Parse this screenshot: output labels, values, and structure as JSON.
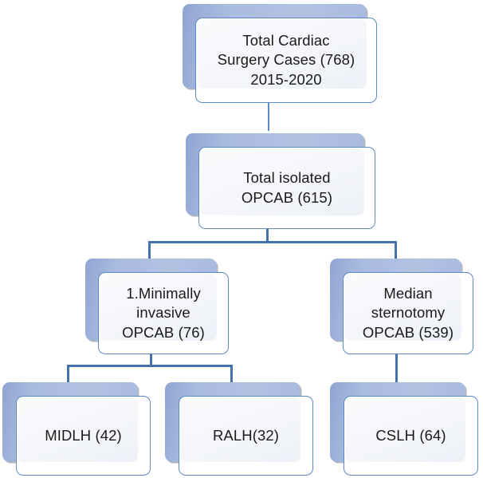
{
  "diagram": {
    "title": "Cardiac surgery case flow chart",
    "type": "flowchart",
    "colors": {
      "back_plate_fill": "#A9BBDF",
      "front_plate_border": "#5B8AC4",
      "front_plate_fill": "#FFFFFF",
      "inner_face_fill": "#F4F6FA",
      "connector": "#4472A8",
      "text": "#1A1A1A",
      "background": "#FFFFFF"
    },
    "nodes": [
      {
        "id": "total-cardiac-surgery-cases",
        "text": "Total Cardiac\nSurgery Cases (768)\n2015-2020",
        "count": 768,
        "period": "2015-2020",
        "level": 0
      },
      {
        "id": "total-isolated-opcab",
        "text": "Total isolated\nOPCAB (615)",
        "count": 615,
        "level": 1
      },
      {
        "id": "minimally-invasive-opcab",
        "text": "1.Minimally\ninvasive\nOPCAB (76)",
        "count": 76,
        "level": 2
      },
      {
        "id": "median-sternotomy-opcab",
        "text": "Median\nsternotomy\nOPCAB (539)",
        "count": 539,
        "level": 2
      },
      {
        "id": "midlh",
        "text": "MIDLH (42)",
        "count": 42,
        "level": 3
      },
      {
        "id": "ralh",
        "text": "RALH(32)",
        "count": 32,
        "level": 3
      },
      {
        "id": "cslh",
        "text": "CSLH (64)",
        "count": 64,
        "level": 3
      }
    ],
    "edges": [
      {
        "from": "total-cardiac-surgery-cases",
        "to": "total-isolated-opcab"
      },
      {
        "from": "total-isolated-opcab",
        "to": "minimally-invasive-opcab"
      },
      {
        "from": "total-isolated-opcab",
        "to": "median-sternotomy-opcab"
      },
      {
        "from": "minimally-invasive-opcab",
        "to": "midlh"
      },
      {
        "from": "minimally-invasive-opcab",
        "to": "ralh"
      },
      {
        "from": "median-sternotomy-opcab",
        "to": "cslh"
      }
    ]
  }
}
